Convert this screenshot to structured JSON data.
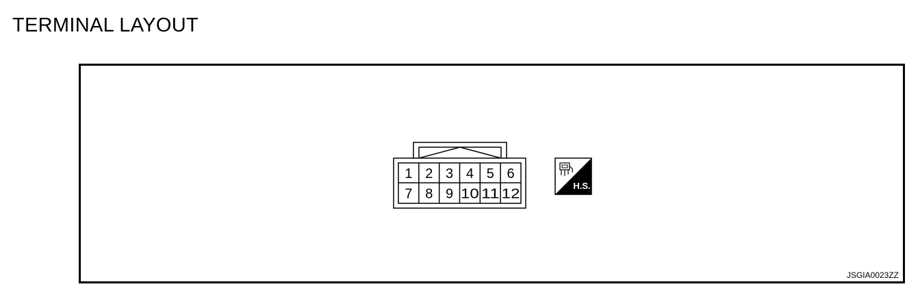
{
  "title": "TERMINAL LAYOUT",
  "figure_code": "JSGIA0023ZZ",
  "connector": {
    "top_row": [
      "1",
      "2",
      "3",
      "4",
      "5",
      "6"
    ],
    "bottom_row": [
      "7",
      "8",
      "9",
      "10",
      "11",
      "12"
    ]
  },
  "harness_side_symbol": {
    "label": "H.S.",
    "icon": "connector-harness-side-icon"
  }
}
